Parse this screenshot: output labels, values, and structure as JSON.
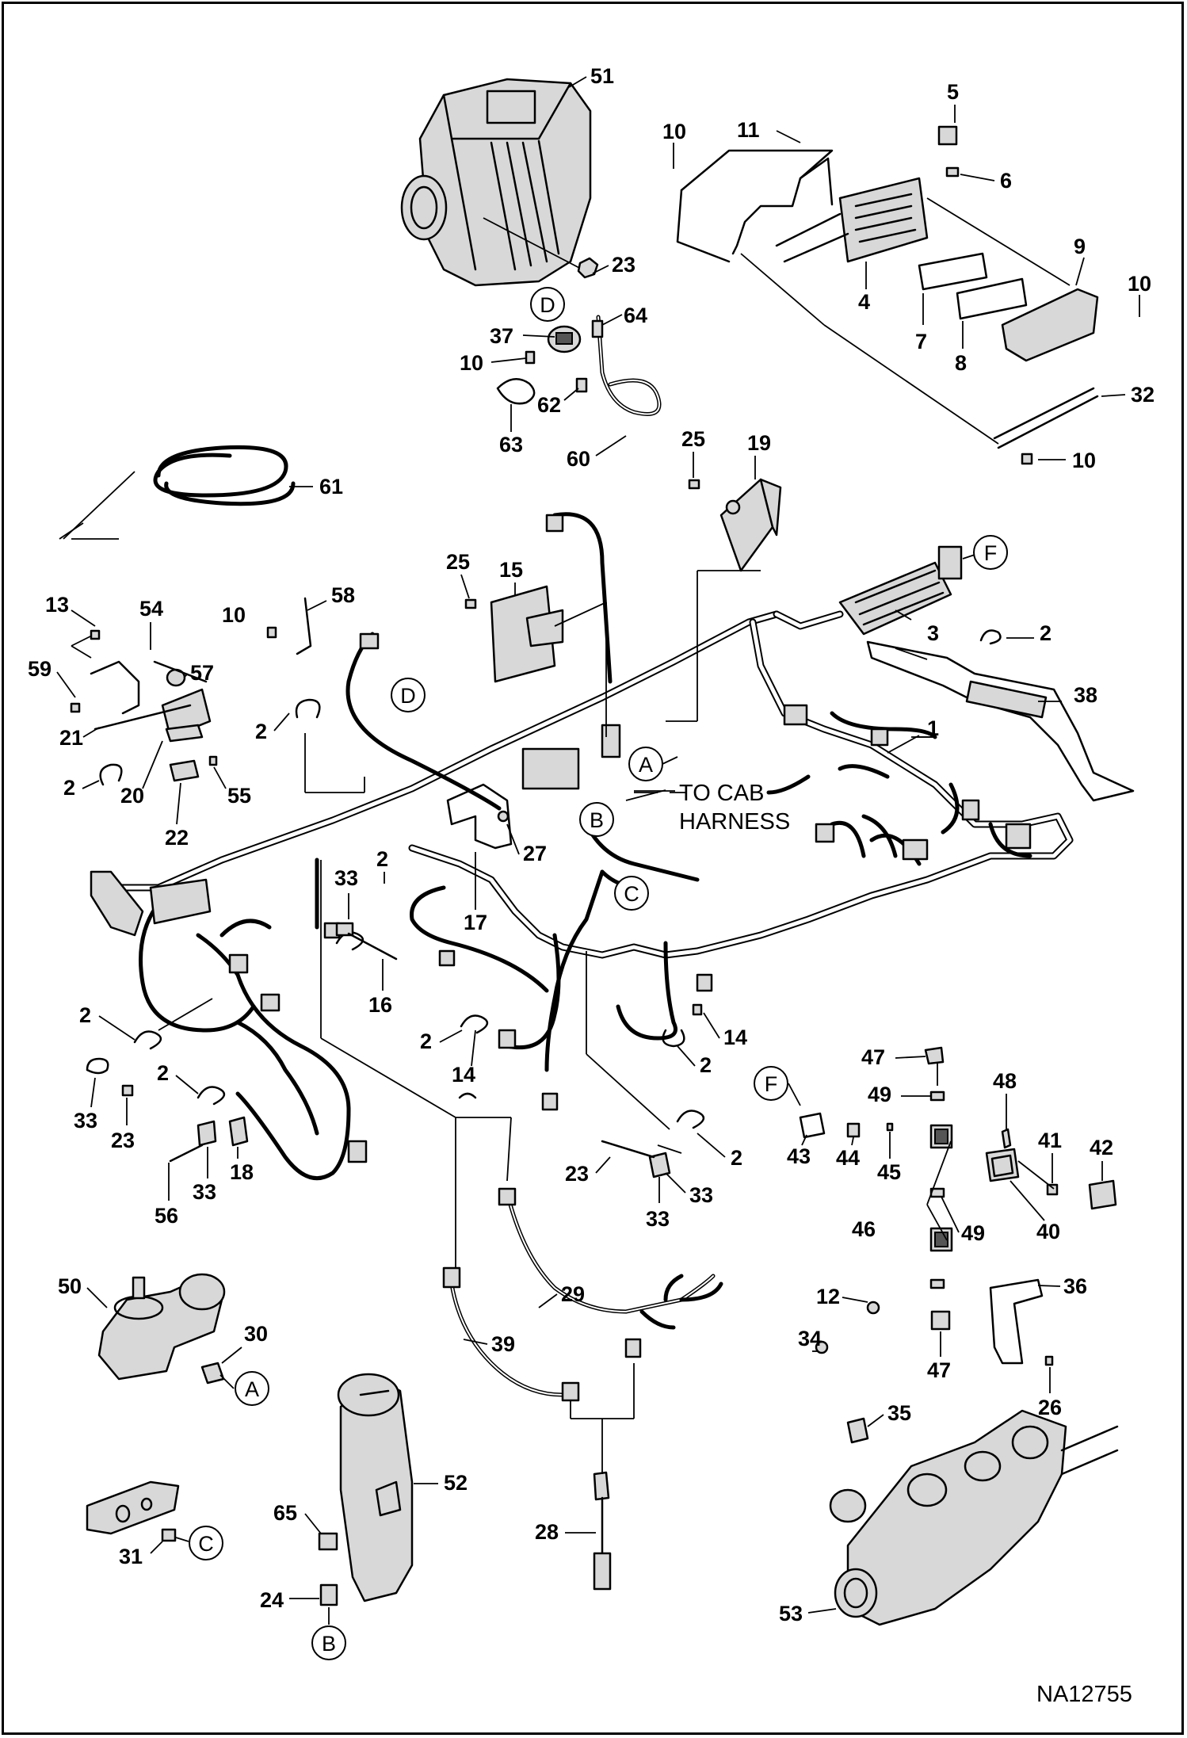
{
  "diagram_id": "NA12755",
  "harness_note": [
    "TO CAB",
    "HARNESS"
  ],
  "labels": [
    {
      "id": "l51",
      "text": "51"
    },
    {
      "id": "l5",
      "text": "5"
    },
    {
      "id": "l10a",
      "text": "10"
    },
    {
      "id": "l11",
      "text": "11"
    },
    {
      "id": "l6",
      "text": "6"
    },
    {
      "id": "l9",
      "text": "9"
    },
    {
      "id": "l10b",
      "text": "10"
    },
    {
      "id": "l4",
      "text": "4"
    },
    {
      "id": "l7",
      "text": "7"
    },
    {
      "id": "l8",
      "text": "8"
    },
    {
      "id": "l32",
      "text": "32"
    },
    {
      "id": "l10c",
      "text": "10"
    },
    {
      "id": "l23a",
      "text": "23"
    },
    {
      "id": "l37",
      "text": "37"
    },
    {
      "id": "l64",
      "text": "64"
    },
    {
      "id": "l10d",
      "text": "10"
    },
    {
      "id": "l62",
      "text": "62"
    },
    {
      "id": "l63",
      "text": "63"
    },
    {
      "id": "l60",
      "text": "60"
    },
    {
      "id": "l61",
      "text": "61"
    },
    {
      "id": "l25a",
      "text": "25"
    },
    {
      "id": "l19",
      "text": "19"
    },
    {
      "id": "l25b",
      "text": "25"
    },
    {
      "id": "l15",
      "text": "15"
    },
    {
      "id": "l3",
      "text": "3"
    },
    {
      "id": "l2a",
      "text": "2"
    },
    {
      "id": "l38",
      "text": "38"
    },
    {
      "id": "l1",
      "text": "1"
    },
    {
      "id": "l13",
      "text": "13"
    },
    {
      "id": "l54",
      "text": "54"
    },
    {
      "id": "l10e",
      "text": "10"
    },
    {
      "id": "l58",
      "text": "58"
    },
    {
      "id": "l59",
      "text": "59"
    },
    {
      "id": "l57",
      "text": "57"
    },
    {
      "id": "l21",
      "text": "21"
    },
    {
      "id": "l2b",
      "text": "2"
    },
    {
      "id": "l2c",
      "text": "2"
    },
    {
      "id": "l20",
      "text": "20"
    },
    {
      "id": "l55",
      "text": "55"
    },
    {
      "id": "l22",
      "text": "22"
    },
    {
      "id": "l27",
      "text": "27"
    },
    {
      "id": "l17",
      "text": "17"
    },
    {
      "id": "l33a",
      "text": "33"
    },
    {
      "id": "l2d",
      "text": "2"
    },
    {
      "id": "l16",
      "text": "16"
    },
    {
      "id": "l2e",
      "text": "2"
    },
    {
      "id": "l33b",
      "text": "33"
    },
    {
      "id": "l23b",
      "text": "23"
    },
    {
      "id": "l2f",
      "text": "2"
    },
    {
      "id": "l33c",
      "text": "33"
    },
    {
      "id": "l18",
      "text": "18"
    },
    {
      "id": "l56",
      "text": "56"
    },
    {
      "id": "l2g",
      "text": "2"
    },
    {
      "id": "l14a",
      "text": "14"
    },
    {
      "id": "l14b",
      "text": "14"
    },
    {
      "id": "l2h",
      "text": "2"
    },
    {
      "id": "l23c",
      "text": "23"
    },
    {
      "id": "l2i",
      "text": "2"
    },
    {
      "id": "l33d",
      "text": "33"
    },
    {
      "id": "l33e",
      "text": "33"
    },
    {
      "id": "l47a",
      "text": "47"
    },
    {
      "id": "l48",
      "text": "48"
    },
    {
      "id": "l49a",
      "text": "49"
    },
    {
      "id": "l43",
      "text": "43"
    },
    {
      "id": "l44",
      "text": "44"
    },
    {
      "id": "l45",
      "text": "45"
    },
    {
      "id": "l41",
      "text": "41"
    },
    {
      "id": "l42",
      "text": "42"
    },
    {
      "id": "l46",
      "text": "46"
    },
    {
      "id": "l49b",
      "text": "49"
    },
    {
      "id": "l40",
      "text": "40"
    },
    {
      "id": "l12",
      "text": "12"
    },
    {
      "id": "l36",
      "text": "36"
    },
    {
      "id": "l47b",
      "text": "47"
    },
    {
      "id": "l26",
      "text": "26"
    },
    {
      "id": "l34",
      "text": "34"
    },
    {
      "id": "l35",
      "text": "35"
    },
    {
      "id": "l53",
      "text": "53"
    },
    {
      "id": "l50",
      "text": "50"
    },
    {
      "id": "l30",
      "text": "30"
    },
    {
      "id": "l29",
      "text": "29"
    },
    {
      "id": "l39",
      "text": "39"
    },
    {
      "id": "l52",
      "text": "52"
    },
    {
      "id": "l65",
      "text": "65"
    },
    {
      "id": "l24",
      "text": "24"
    },
    {
      "id": "l28",
      "text": "28"
    },
    {
      "id": "l31",
      "text": "31"
    }
  ],
  "callouts": [
    {
      "id": "cD1",
      "letter": "D"
    },
    {
      "id": "cF1",
      "letter": "F"
    },
    {
      "id": "cD2",
      "letter": "D"
    },
    {
      "id": "cA1",
      "letter": "A"
    },
    {
      "id": "cB1",
      "letter": "B"
    },
    {
      "id": "cC1",
      "letter": "C"
    },
    {
      "id": "cF2",
      "letter": "F"
    },
    {
      "id": "cA2",
      "letter": "A"
    },
    {
      "id": "cC2",
      "letter": "C"
    },
    {
      "id": "cB2",
      "letter": "B"
    }
  ]
}
